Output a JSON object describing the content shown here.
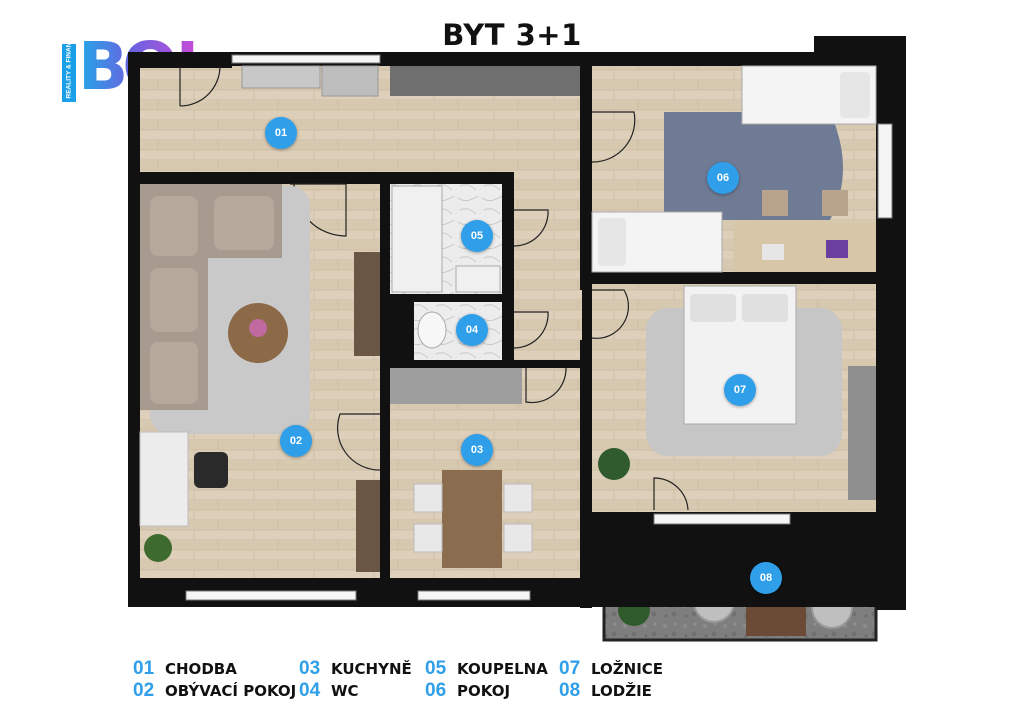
{
  "title": "BYT 3+1",
  "logo": {
    "main": "BO!",
    "side": "REALITY & FINANCE",
    "colors": [
      "#22a8e8",
      "#c84ad8"
    ]
  },
  "rooms": [
    {
      "id": "01",
      "name": "CHODBA"
    },
    {
      "id": "02",
      "name": "OBÝVACÍ POKOJ"
    },
    {
      "id": "03",
      "name": "KUCHYNĚ"
    },
    {
      "id": "04",
      "name": "WC"
    },
    {
      "id": "05",
      "name": "KOUPELNA"
    },
    {
      "id": "06",
      "name": "POKOJ"
    },
    {
      "id": "07",
      "name": "LOŽNICE"
    },
    {
      "id": "08",
      "name": "LODŽIE"
    }
  ],
  "colors": {
    "accent": "#2f9fea",
    "wall": "#111111",
    "floor": "#dccdb6",
    "rug": "#c9c9c9",
    "balcony": "#7d7d7d"
  }
}
